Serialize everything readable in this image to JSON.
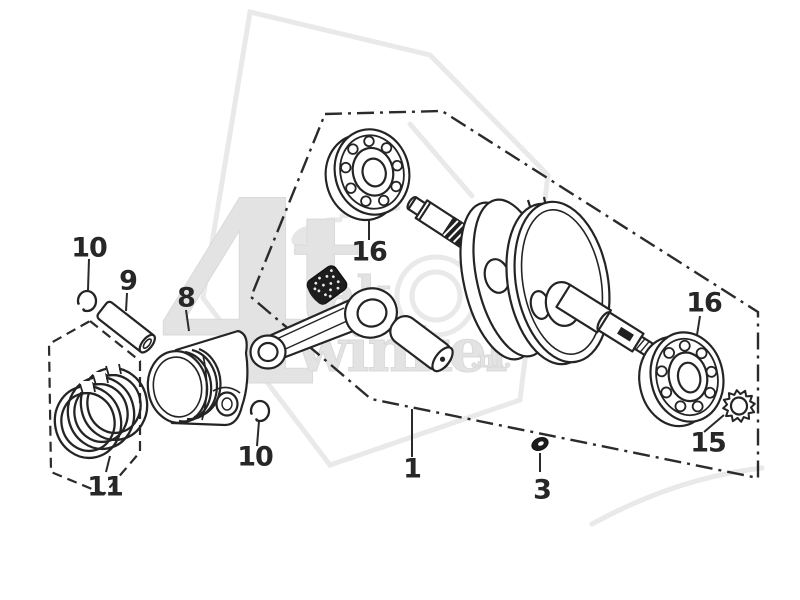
{
  "diagram": {
    "type": "exploded-parts-diagram",
    "subject": "crankshaft and piston assembly",
    "background_color": "#ffffff",
    "line_color": "#242424",
    "label_color": "#272727"
  },
  "watermark": {
    "color": "#e3e3e3",
    "fragments": {
      "big4": "4",
      "t": "t",
      "ak": "ak",
      "winkel": "winkel",
      "nl": ".nl."
    }
  },
  "labels": {
    "circlip_top": "10",
    "piston_pin": "9",
    "piston": "8",
    "piston_rings": "11",
    "circlip_bottom": "10",
    "bearing_left": "16",
    "bearing_right": "16",
    "lock_washer": "15",
    "crankshaft_assembly": "1",
    "woodruff_key": "3"
  }
}
